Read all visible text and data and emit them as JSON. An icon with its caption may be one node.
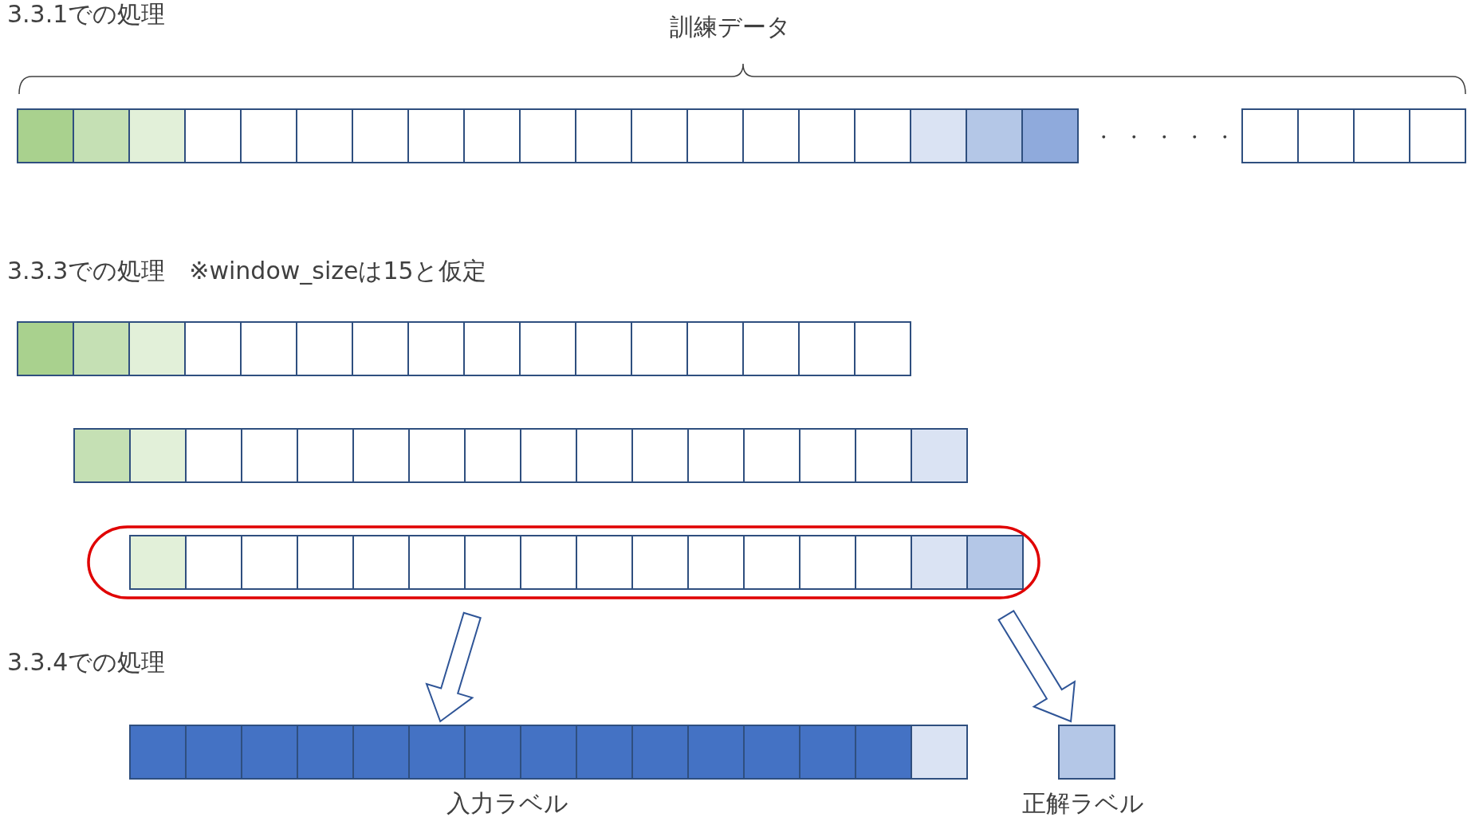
{
  "diagram": {
    "nodes": [
      {
        "text": [],
        "shape": "ellipse"
      },
      {
        "text": [],
        "shape": "bar",
        "beside": [
          "入力ラベル"
        ]
      },
      {
        "text": [],
        "shape": "box",
        "beside": [
          "正解ラベル"
        ]
      }
    ],
    "edges": [
      {
        "from": 0,
        "to": 1,
        "arrow": "to"
      },
      {
        "from": 0,
        "to": 2,
        "arrow": "to"
      }
    ],
    "labels": [
      "3.3.1での処理",
      "訓練データ",
      "・・・・・",
      "3.3.3での処理　※window_sizeは15と仮定",
      "3.3.4での処理"
    ]
  }
}
